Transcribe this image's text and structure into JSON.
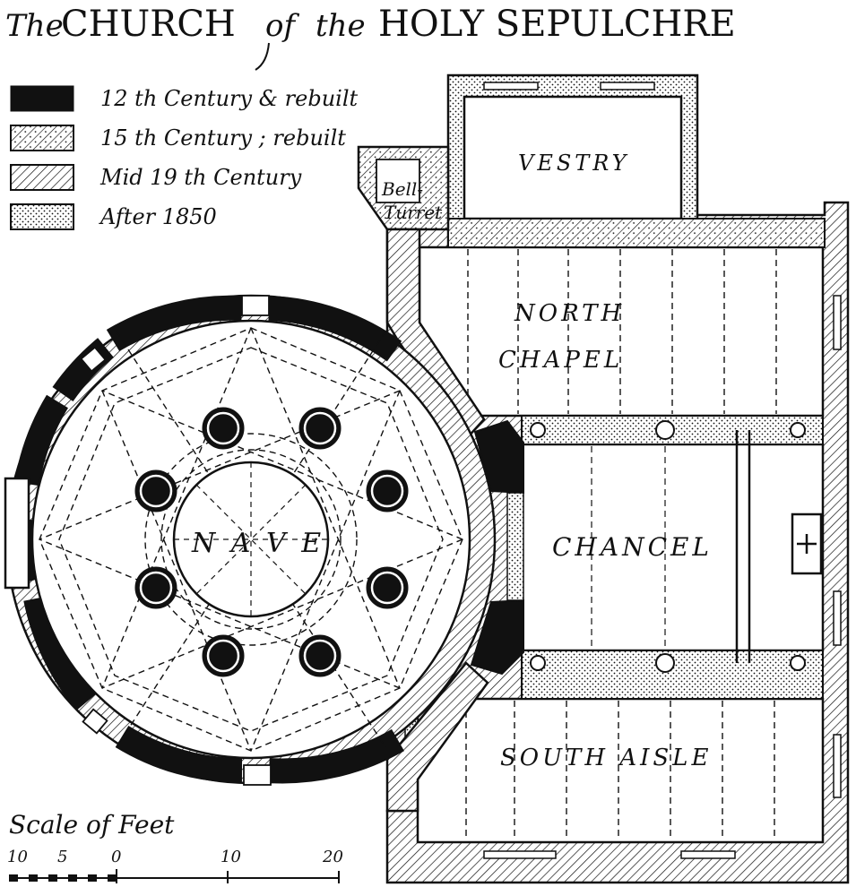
{
  "title": {
    "article": "The",
    "name1": "CHURCH",
    "of": "of",
    "the": "the",
    "name2": "HOLY SEPULCHRE"
  },
  "legend": [
    {
      "label": "12 th Century & rebuilt",
      "fill": "solid"
    },
    {
      "label": "15 th Century ; rebuilt",
      "fill": "hatch-dots"
    },
    {
      "label": "Mid 19 th Century",
      "fill": "hatch"
    },
    {
      "label": "After 1850",
      "fill": "dots"
    }
  ],
  "rooms": {
    "vestry": "VESTRY",
    "bell_turret_1": "Bell-",
    "bell_turret_2": "Turret",
    "north_chapel_1": "NORTH",
    "north_chapel_2": "CHAPEL",
    "nave": "N A V E",
    "chancel": "CHANCEL",
    "south_aisle": "SOUTH AISLE"
  },
  "scale": {
    "title": "Scale of Feet",
    "ticks": [
      "10",
      "5",
      "0",
      "10",
      "20"
    ]
  },
  "colors": {
    "ink": "#111111",
    "paper": "#ffffff"
  }
}
